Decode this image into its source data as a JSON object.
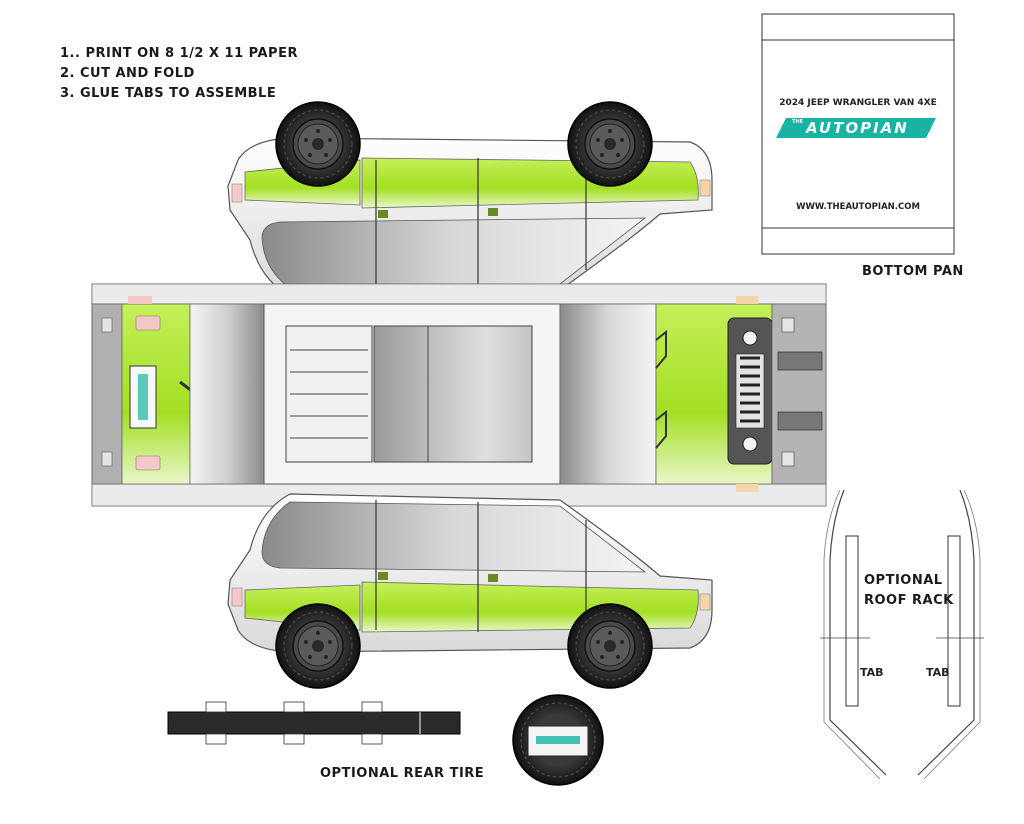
{
  "instructions": [
    "1.. PRINT ON 8 1/2 X 11 PAPER",
    "2. CUT AND FOLD",
    "3. GLUE TABS TO ASSEMBLE"
  ],
  "bottom_pan": {
    "title": "2024 JEEP WRANGLER VAN 4XE",
    "logo_text": "AUTOPIAN",
    "logo_prefix": "THE",
    "url": "WWW.THEAUTOPIAN.COM",
    "label": "BOTTOM PAN"
  },
  "roof_rack": {
    "label_line1": "OPTIONAL",
    "label_line2": "ROOF RACK",
    "tab_left": "TAB",
    "tab_right": "TAB"
  },
  "rear_tire": {
    "label": "OPTIONAL REAR TIRE"
  },
  "colors": {
    "body_green": "#a6e22a",
    "body_grey": "#b8b8b8",
    "logo_teal": "#17b3a3",
    "tire": "#2a2a2a"
  }
}
